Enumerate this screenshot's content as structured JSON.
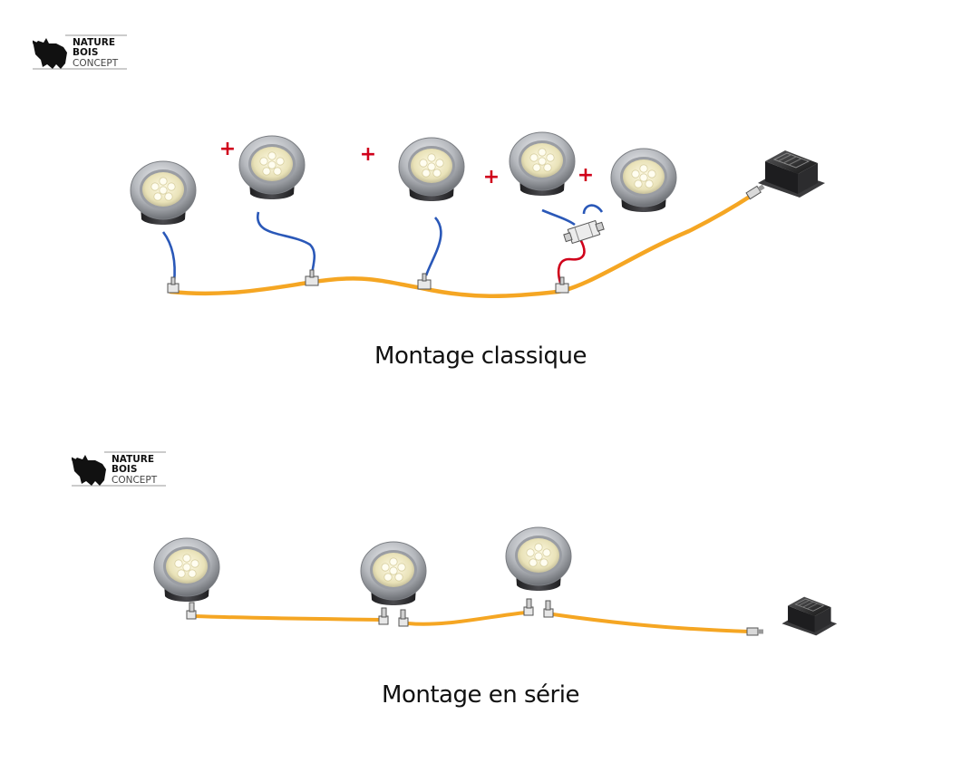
{
  "brand": {
    "line1": "NATURE",
    "line2": "BOIS",
    "line3": "CONCEPT",
    "icon": "rhino-icon"
  },
  "classic": {
    "caption": "Montage classique",
    "plus_sign": "+"
  },
  "series": {
    "caption": "Montage en série"
  },
  "colors": {
    "main_cable": "#f5a623",
    "lamp_lead": "#2a58b8",
    "positive_lead": "#d0021b",
    "plus": "#d0021b",
    "lamp_ring": "#b9bcc1",
    "lamp_body": "#2b2b2d",
    "led": "#f4efc8",
    "transformer": "#2a2a2a"
  }
}
